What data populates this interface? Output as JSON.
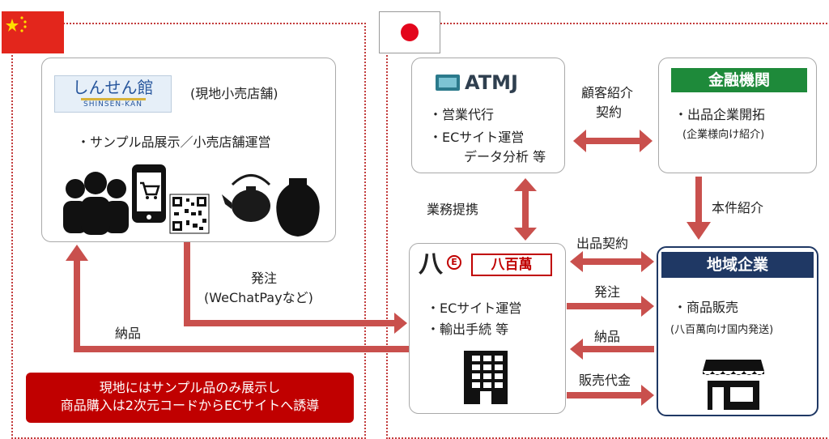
{
  "china": {
    "shop_logo_kana": "しんせん館",
    "shop_logo_roman": "SHINSEN-KAN",
    "shop_type": "(現地小売店舗)",
    "shop_activity": "・サンプル品展示／小売店舗運営"
  },
  "japan": {
    "atmj": {
      "logo": "ATMJ",
      "line1": "・営業代行",
      "line2": "・ECサイト運営",
      "line3": "データ分析 等"
    },
    "bank": {
      "title": "金融機関",
      "line1": "・出品企業開拓",
      "line2": "(企業様向け紹介)"
    },
    "yaoyorozu": {
      "mark": "八",
      "circle_char": "E",
      "logo": "八百萬",
      "line1": "・ECサイト運営",
      "line2": "・輸出手続 等"
    },
    "local": {
      "title": "地域企業",
      "line1": "・商品販売",
      "line2": "(八百萬向け国内発送)"
    }
  },
  "arrows": {
    "customer_intro_1": "顧客紹介",
    "customer_intro_2": "契約",
    "partnership": "業務提携",
    "referral": "本件紹介",
    "listing_contract": "出品契約",
    "order_right": "発注",
    "delivery_right": "納品",
    "sales_payment": "販売代金",
    "order_left_1": "発注",
    "order_left_2": "(WeChatPayなど)",
    "delivery_left": "納品"
  },
  "note": {
    "line1": "現地にはサンプル品のみ展示し",
    "line2": "商品購入は2次元コードからECサイトへ誘導"
  },
  "colors": {
    "arrow": "#c9504d",
    "zone": "#c23b3b",
    "bank_green": "#1e8a3a",
    "navy": "#1f3864",
    "note_red": "#c00000",
    "atmj_blue": "#2b7a8c"
  }
}
